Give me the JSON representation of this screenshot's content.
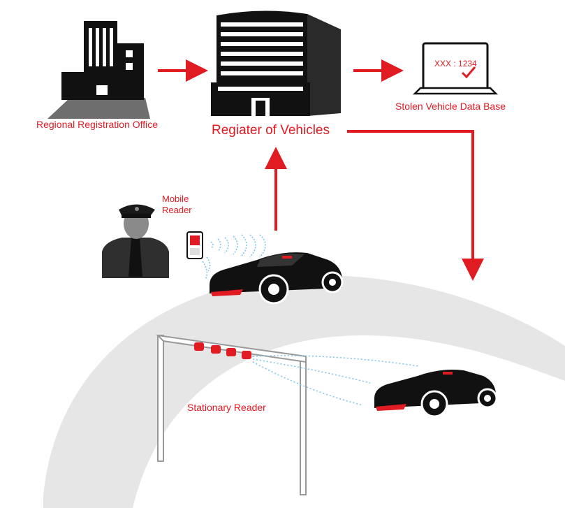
{
  "labels": {
    "regional_office": "Regional Registration Office",
    "register_of_vehicles": "Regiater of Vehicles",
    "stolen_db": "Stolen Vehicle Data Base",
    "mobile_reader": "Mobile Reader",
    "stationary_reader": "Stationary Reader",
    "laptop_screen": "XXX : 1234"
  },
  "colors": {
    "accent": "#e11b22",
    "ink": "#111111",
    "road": "#e6e6e6",
    "signal": "#7fc8e8"
  },
  "icons": [
    "regional-office-building-icon",
    "register-building-icon",
    "laptop-icon",
    "checkmark-icon",
    "police-officer-icon",
    "handheld-reader-icon",
    "car-icon",
    "gantry-icon"
  ]
}
